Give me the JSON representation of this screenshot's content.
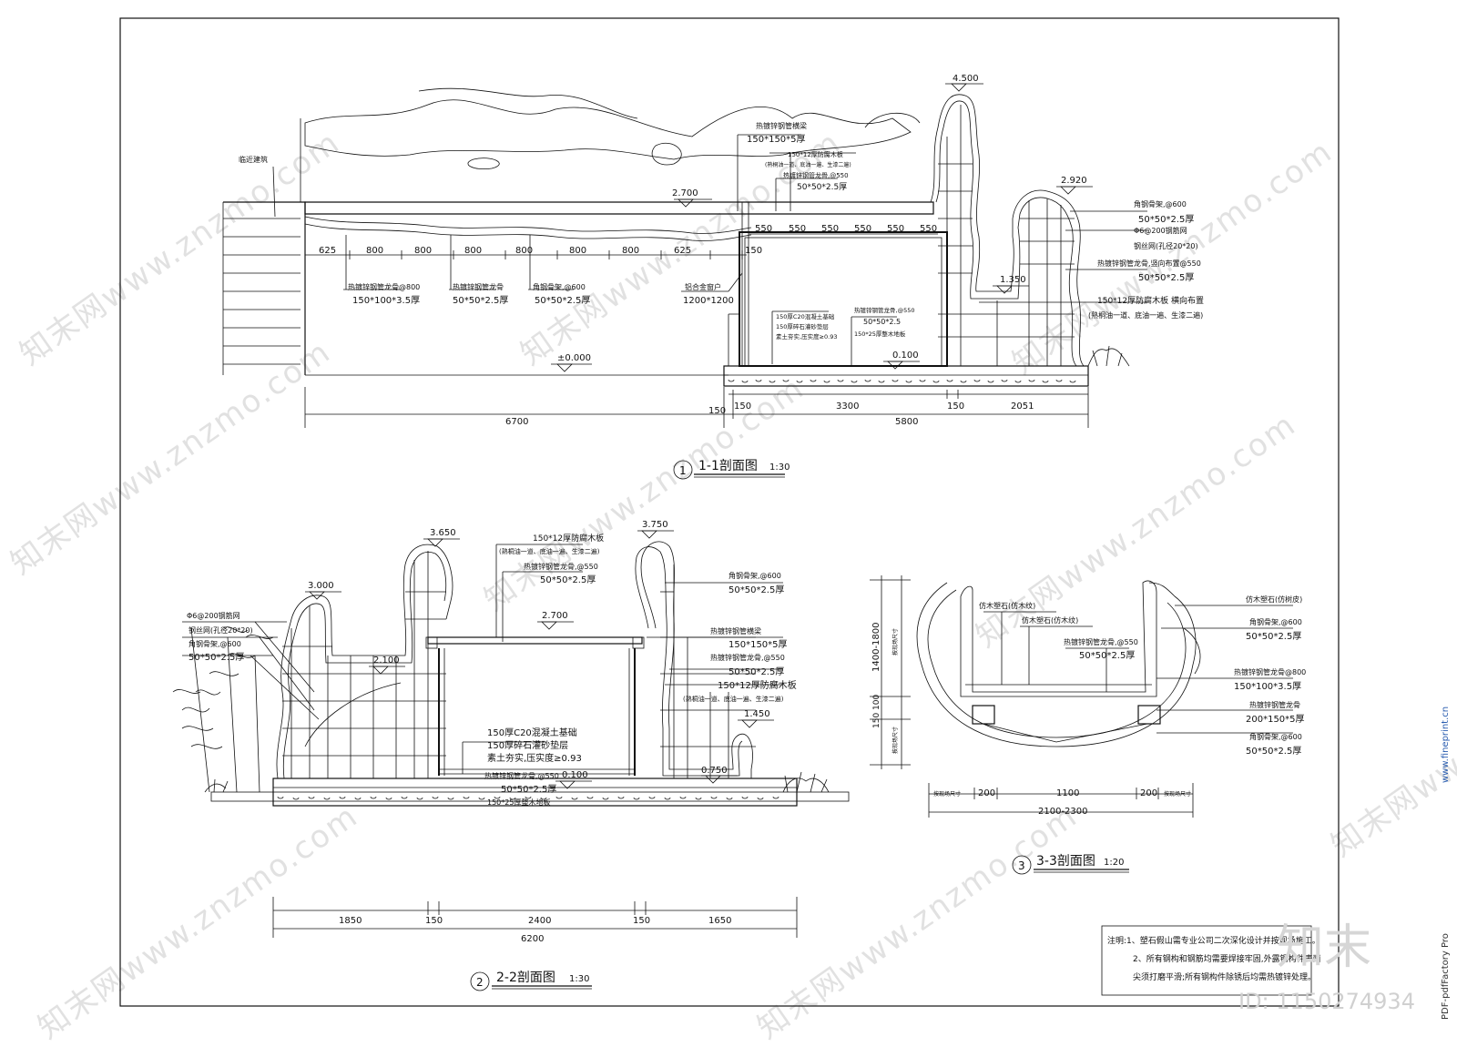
{
  "sheet": {
    "watermark": "知末网www.znzmo.com",
    "logo_text": "知末",
    "id_text": "ID: 1150274934",
    "side_text_1": "PDF-pdfFactory Pro",
    "side_text_2": "www.fineprint.cn"
  },
  "sec1": {
    "num": "1",
    "title": "1-1剖面图",
    "scale": "1:30",
    "elev_top": "4.500",
    "elev_right": "2.920",
    "elev_roof": "2.700",
    "elev_low": "1.350",
    "elev_zero": "±0.000",
    "elev_floor": "0.100",
    "label_adjacent": "临近建筑",
    "l_beam": "热镀锌钢管横梁",
    "l_beam_spec": "150*150*5厚",
    "l_wood": "150*12厚防腐木板",
    "l_wood_note": "(熟桐油一道、底油一遍、生漆二遍)",
    "l_tube": "热镀锌钢管龙骨",
    "l_tube_at": "热镀锌钢管龙骨,@550",
    "l_tube_at_spec": "50*50*2.5厚",
    "l_angle": "角钢骨架,@600",
    "l_angle_spec": "50*50*2.5厚",
    "l_rebar": "Φ6@200钢筋网",
    "l_mesh": "钢丝网(孔径20*20)",
    "l_vert": "热镀锌钢管龙骨,竖向布置@550",
    "l_vert_spec": "50*50*2.5厚",
    "l_wood2": "150*12厚防腐木板  横向布置",
    "l_wood2_note": "(熟桐油一道、底油一遍、生漆二遍)",
    "l_main": "热镀锌钢管龙骨@800",
    "l_main_spec": "150*100*3.5厚",
    "l_sec": "热镀锌钢管龙骨",
    "l_sec_spec": "50*50*2.5厚",
    "l_ang2": "角钢骨架,@600",
    "l_ang2_spec": "50*50*2.5厚",
    "l_window": "铝合金窗户",
    "l_window_spec": "1200*1200",
    "l_found1": "150厚C20混凝土基础",
    "l_found2": "150厚碎石灌砂垫层",
    "l_found3": "素土夯实,压实度≥0.93",
    "l_floor1": "热镀锌钢管龙骨,@550",
    "l_floor2": "50*50*2.5",
    "l_floor3": "150*25厚整木地板",
    "top_dims": [
      "625",
      "800",
      "800",
      "800",
      "800",
      "800",
      "800",
      "625",
      "150"
    ],
    "roof_dims": [
      "550",
      "550",
      "550",
      "550",
      "550",
      "550"
    ],
    "bottom_dims": [
      "6700",
      "150",
      "150",
      "3300",
      "150",
      "2051",
      "5800"
    ]
  },
  "sec2": {
    "num": "2",
    "title": "2-2剖面图",
    "scale": "1:30",
    "elev_a": "3.650",
    "elev_b": "3.750",
    "elev_c": "3.000",
    "elev_d": "2.700",
    "elev_e": "2.100",
    "elev_f": "1.450",
    "elev_g": "0.750",
    "elev_h": "0.100",
    "l_wood": "150*12厚防腐木板",
    "l_wood_note": "(熟桐油一道、底油一遍、生漆二遍)",
    "l_tube": "热镀锌钢管龙骨,@550",
    "l_tube_spec": "50*50*2.5厚",
    "l_angle": "角钢骨架,@600",
    "l_angle_spec": "50*50*2.5厚",
    "l_rebar": "Φ6@200钢筋网",
    "l_mesh": "钢丝网(孔径20*20)",
    "l_angle_l": "角钢骨架,@600",
    "l_angle_l_spec": "50*50*2.5厚",
    "l_beam": "热镀锌钢管横梁",
    "l_beam_spec": "150*150*5厚",
    "l_tube2": "热镀锌钢管龙骨,@550",
    "l_tube2_spec": "50*50*2.5厚",
    "l_wood2": "150*12厚防腐木板",
    "l_wood2_note": "(熟桐油一道、底油一遍、生漆二遍)",
    "l_found1": "150厚C20混凝土基础",
    "l_found2": "150厚碎石灌砂垫层",
    "l_found3": "素土夯实,压实度≥0.93",
    "l_floor1": "热镀锌钢管龙骨,@550",
    "l_floor2": "50*50*2.5厚",
    "l_floor3": "150*25厚整木地板",
    "dims": [
      "1850",
      "150",
      "2400",
      "150",
      "1650",
      "6200"
    ]
  },
  "sec3": {
    "num": "3",
    "title": "3-3剖面图",
    "scale": "1:20",
    "l_stone1": "仿木塑石(仿木纹)",
    "l_stone2": "仿木塑石(仿木纹)",
    "l_tube": "热镀锌钢管龙骨,@550",
    "l_tube_spec": "50*50*2.5厚",
    "l_skin": "仿木塑石(仿树皮)",
    "l_ang": "角钢骨架,@600",
    "l_ang_spec": "50*50*2.5厚",
    "l_main": "热镀锌钢管龙骨@800",
    "l_main_spec": "150*100*3.5厚",
    "l_beam": "热镀锌钢管龙骨",
    "l_beam_spec": "200*150*5厚",
    "l_ang2": "角钢骨架,@600",
    "l_ang2_spec": "50*50*2.5厚",
    "dim_h": "1400-1800",
    "dim_h2": "150 100",
    "dim_site": "按现场尺寸",
    "dims": [
      "200",
      "1100",
      "200",
      "2100-2300"
    ]
  },
  "notes": {
    "line1": "注明:1、塑石假山需专业公司二次深化设计并按现场施工。",
    "line2": "2、所有钢构和钢筋均需要焊接牢固,外露钢构件表面",
    "line3": "尖须打磨平滑;所有钢构件除锈后均需热镀锌处理。"
  }
}
